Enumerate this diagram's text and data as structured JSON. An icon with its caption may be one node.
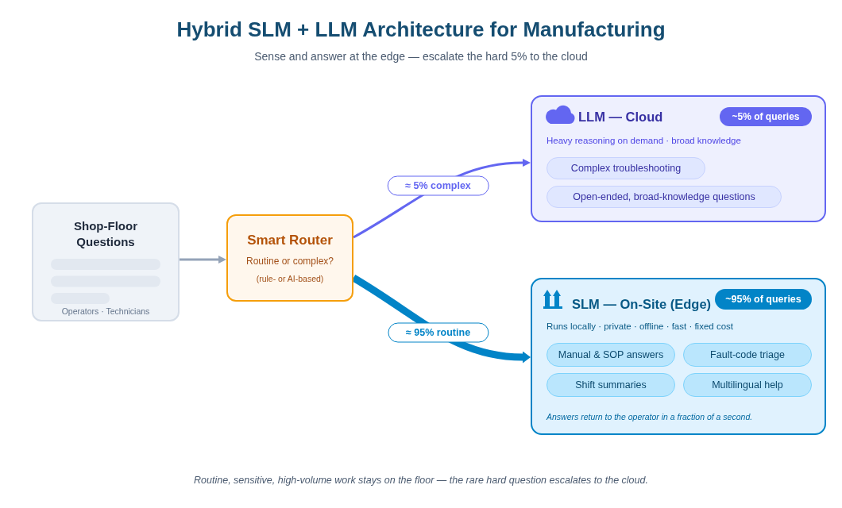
{
  "diagram": {
    "title": "Hybrid SLM + LLM Architecture for Manufacturing",
    "caption": "Routine, sensitive, high-volume work stays on the floor — the rare hard question escalates to the cloud.",
    "nodes": [
      {
        "text": [
          "Shop-Floor Questions",
          "Operators · Technicians"
        ]
      },
      {
        "text": [
          "Smart Router",
          "Routine or complex?",
          "(rule- or AI-based)"
        ]
      },
      {
        "text": [
          "LLM — Cloud",
          "Heavy reasoning on demand · broad knowledge"
        ]
      },
      {
        "text": [
          "~5% of queries"
        ],
        "in": 2
      },
      {
        "text": [
          "Complex troubleshooting"
        ],
        "in": 2
      },
      {
        "text": [
          "Open-ended, broad-knowledge questions"
        ],
        "in": 2
      },
      {
        "text": [
          "SLM — On-Site (Edge)",
          "Runs locally · private · offline · fast · fixed cost",
          "Answers return to the operator in a fraction of a second."
        ]
      },
      {
        "text": [
          "~95% of queries"
        ],
        "in": 6
      },
      {
        "text": [
          "Manual & SOP answers"
        ],
        "in": 6
      },
      {
        "text": [
          "Fault-code triage"
        ],
        "in": 6
      },
      {
        "text": [
          "Shift summaries"
        ],
        "in": 6
      },
      {
        "text": [
          "Multilingual help"
        ],
        "in": 6
      }
    ],
    "edges": [
      {
        "from": 0,
        "to": 1,
        "arrow": "to",
        "color": "#94a3b8"
      },
      {
        "from": 1,
        "to": 2,
        "arrow": "to",
        "label": "≈ 5% complex",
        "color": "#6366f1"
      },
      {
        "from": 1,
        "to": 6,
        "arrow": "to",
        "label": "≈ 95% routine",
        "style": "thick",
        "color": "#0284c7"
      }
    ],
    "labels": [
      "Sense and answer at the edge — escalate the hard 5% to the cloud"
    ]
  }
}
